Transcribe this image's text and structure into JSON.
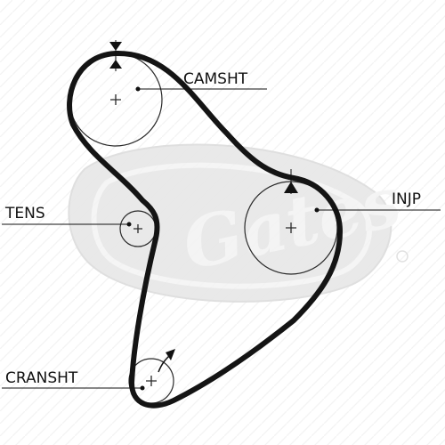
{
  "labels": {
    "camshaft": "CAMSHT",
    "injection_pump": "INJP",
    "tensioner": "TENS",
    "crankshaft": "CRANSHT"
  },
  "watermark_logo_text": "Gates",
  "colors": {
    "belt": "#141414",
    "pulley_outline": "#2a2a2a",
    "watermark": "#e4e4e4",
    "background": "#ffffff"
  },
  "icons": {
    "timing_mark_top": "timing-mark-icon",
    "timing_mark_inj": "timing-mark-icon",
    "rotation_arrow": "rotation-arrow-icon"
  }
}
